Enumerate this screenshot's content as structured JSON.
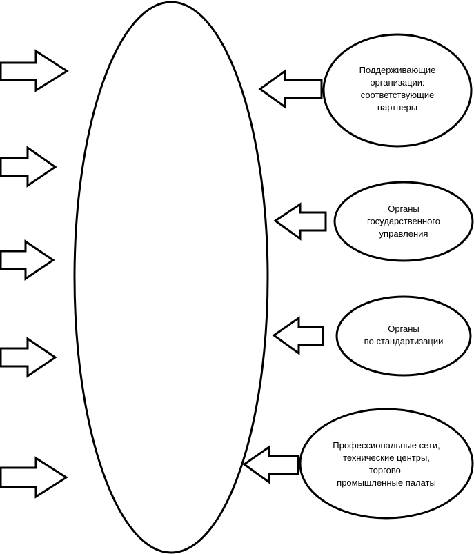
{
  "diagram": {
    "central_ellipse": {},
    "left_arrows": [
      {},
      {},
      {},
      {},
      {}
    ],
    "right_nodes": [
      {
        "lines": [
          "Поддерживающие",
          "организации:",
          "соответствующие",
          "партнеры"
        ]
      },
      {
        "lines": [
          "Органы",
          "государственного",
          "управления"
        ]
      },
      {
        "lines": [
          "Органы",
          "по стандартизации"
        ]
      },
      {
        "lines": [
          "Профессиональные сети,",
          "технические центры,",
          "торгово-",
          "промышленные палаты"
        ]
      }
    ]
  },
  "colors": {
    "stroke": "#000000",
    "fill": "#ffffff"
  }
}
